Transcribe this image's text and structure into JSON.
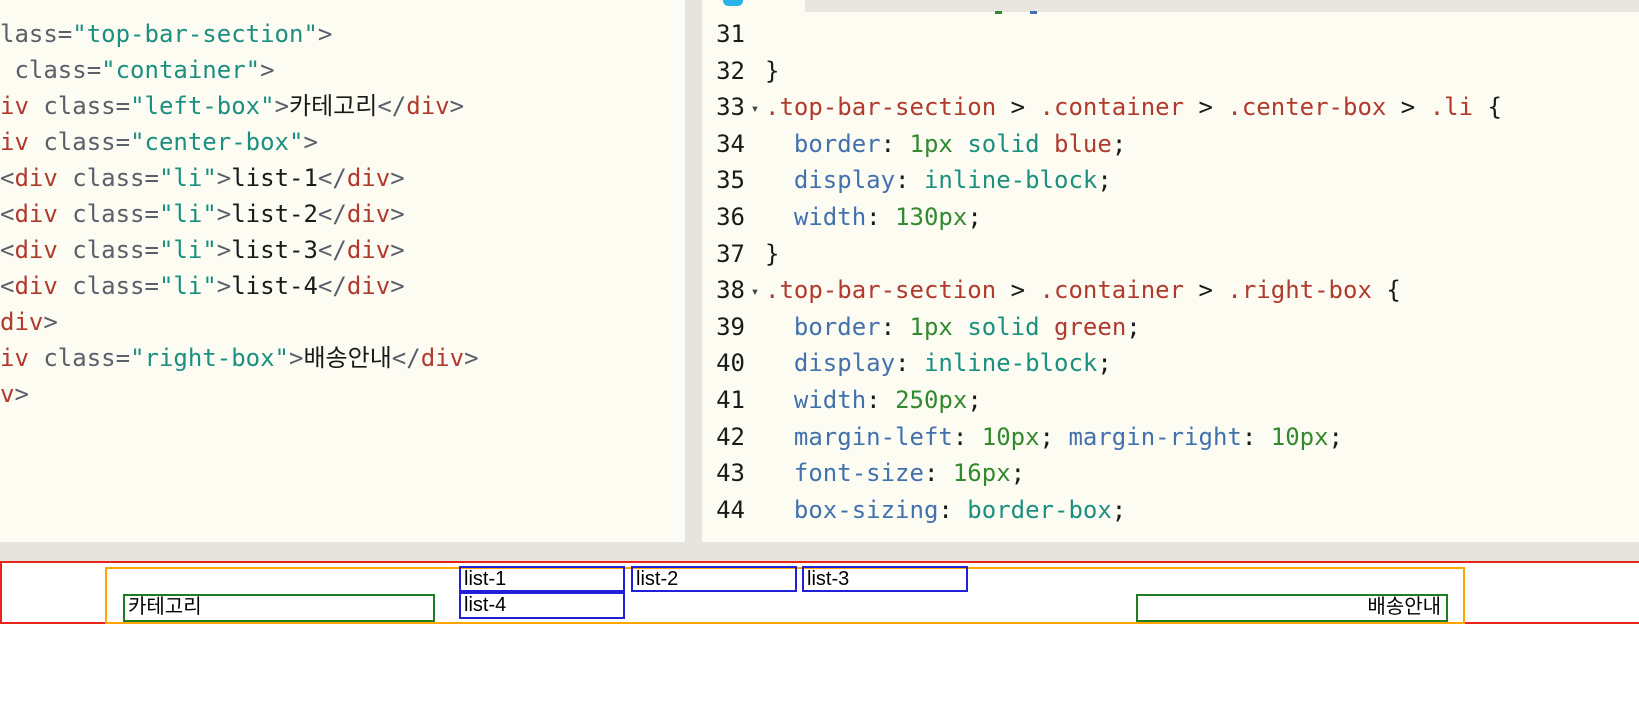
{
  "colors": {
    "editor_bg": "#fdfcf3",
    "gutter_strip": "#e6e4de",
    "divider_white": "#fcfcfa",
    "top_strip": "#e8e6e0",
    "window_band": "#e6e4df",
    "tab_icon": "#2bb3e8",
    "tag": "#b03a2e",
    "attr": "#5a6069",
    "str": "#1b8f80",
    "punc": "#5a6069",
    "txt": "#1a1a1a",
    "sel": "#b03a2e",
    "prop": "#4271ae",
    "num": "#338a2e",
    "kw": "#1b8f80",
    "brace": "#1a1a1a",
    "line_num": "#1a1a1a",
    "preview_red": "#e8251c",
    "preview_orange": "#ffa500",
    "preview_blue": "#2020d8",
    "preview_green": "#1e7d1e",
    "preview_text": "#000000"
  },
  "editor": {
    "fold_arrow": "▾",
    "left_pane": {
      "language": "html",
      "lines": [
        [
          {
            "t": "lass=",
            "c": "attr"
          },
          {
            "t": "\"top-bar-section\"",
            "c": "str"
          },
          {
            "t": ">",
            "c": "punc"
          }
        ],
        [
          {
            "t": " class=",
            "c": "attr"
          },
          {
            "t": "\"container\"",
            "c": "str"
          },
          {
            "t": ">",
            "c": "punc"
          }
        ],
        [
          {
            "t": "iv",
            "c": "tag"
          },
          {
            "t": " class=",
            "c": "attr"
          },
          {
            "t": "\"left-box\"",
            "c": "str"
          },
          {
            "t": ">",
            "c": "punc"
          },
          {
            "t": "카테고리",
            "c": "txt"
          },
          {
            "t": "</",
            "c": "punc"
          },
          {
            "t": "div",
            "c": "tag"
          },
          {
            "t": ">",
            "c": "punc"
          }
        ],
        [
          {
            "t": "iv",
            "c": "tag"
          },
          {
            "t": " class=",
            "c": "attr"
          },
          {
            "t": "\"center-box\"",
            "c": "str"
          },
          {
            "t": ">",
            "c": "punc"
          }
        ],
        [
          {
            "t": "<",
            "c": "punc"
          },
          {
            "t": "div",
            "c": "tag"
          },
          {
            "t": " class=",
            "c": "attr"
          },
          {
            "t": "\"li\"",
            "c": "str"
          },
          {
            "t": ">",
            "c": "punc"
          },
          {
            "t": "list-1",
            "c": "txt"
          },
          {
            "t": "</",
            "c": "punc"
          },
          {
            "t": "div",
            "c": "tag"
          },
          {
            "t": ">",
            "c": "punc"
          }
        ],
        [
          {
            "t": "<",
            "c": "punc"
          },
          {
            "t": "div",
            "c": "tag"
          },
          {
            "t": " class=",
            "c": "attr"
          },
          {
            "t": "\"li\"",
            "c": "str"
          },
          {
            "t": ">",
            "c": "punc"
          },
          {
            "t": "list-2",
            "c": "txt"
          },
          {
            "t": "</",
            "c": "punc"
          },
          {
            "t": "div",
            "c": "tag"
          },
          {
            "t": ">",
            "c": "punc"
          }
        ],
        [
          {
            "t": "<",
            "c": "punc"
          },
          {
            "t": "div",
            "c": "tag"
          },
          {
            "t": " class=",
            "c": "attr"
          },
          {
            "t": "\"li\"",
            "c": "str"
          },
          {
            "t": ">",
            "c": "punc"
          },
          {
            "t": "list-3",
            "c": "txt"
          },
          {
            "t": "</",
            "c": "punc"
          },
          {
            "t": "div",
            "c": "tag"
          },
          {
            "t": ">",
            "c": "punc"
          }
        ],
        [
          {
            "t": "<",
            "c": "punc"
          },
          {
            "t": "div",
            "c": "tag"
          },
          {
            "t": " class=",
            "c": "attr"
          },
          {
            "t": "\"li\"",
            "c": "str"
          },
          {
            "t": ">",
            "c": "punc"
          },
          {
            "t": "list-4",
            "c": "txt"
          },
          {
            "t": "</",
            "c": "punc"
          },
          {
            "t": "div",
            "c": "tag"
          },
          {
            "t": ">",
            "c": "punc"
          }
        ],
        [
          {
            "t": "div",
            "c": "tag"
          },
          {
            "t": ">",
            "c": "punc"
          }
        ],
        [
          {
            "t": "iv",
            "c": "tag"
          },
          {
            "t": " class=",
            "c": "attr"
          },
          {
            "t": "\"right-box\"",
            "c": "str"
          },
          {
            "t": ">",
            "c": "punc"
          },
          {
            "t": "배송안내",
            "c": "txt"
          },
          {
            "t": "</",
            "c": "punc"
          },
          {
            "t": "div",
            "c": "tag"
          },
          {
            "t": ">",
            "c": "punc"
          }
        ],
        [
          {
            "t": "v",
            "c": "tag"
          },
          {
            "t": ">",
            "c": "punc"
          }
        ]
      ]
    },
    "right_pane": {
      "language": "css",
      "lines": [
        {
          "num": "31",
          "arrow": false,
          "tokens": []
        },
        {
          "num": "32",
          "arrow": false,
          "tokens": [
            {
              "t": "}",
              "c": "brace"
            }
          ]
        },
        {
          "num": "33",
          "arrow": true,
          "tokens": [
            {
              "t": ".top-bar-section",
              "c": "sel"
            },
            {
              "t": " > ",
              "c": "brace"
            },
            {
              "t": ".container",
              "c": "sel"
            },
            {
              "t": " > ",
              "c": "brace"
            },
            {
              "t": ".center-box",
              "c": "sel"
            },
            {
              "t": " > ",
              "c": "brace"
            },
            {
              "t": ".li",
              "c": "sel"
            },
            {
              "t": " {",
              "c": "brace"
            }
          ]
        },
        {
          "num": "34",
          "arrow": false,
          "tokens": [
            {
              "t": "  border",
              "c": "prop"
            },
            {
              "t": ": ",
              "c": "brace"
            },
            {
              "t": "1px",
              "c": "num"
            },
            {
              "t": " ",
              "c": "brace"
            },
            {
              "t": "solid",
              "c": "kw"
            },
            {
              "t": " ",
              "c": "brace"
            },
            {
              "t": "blue",
              "c": "sel"
            },
            {
              "t": ";",
              "c": "brace"
            }
          ]
        },
        {
          "num": "35",
          "arrow": false,
          "tokens": [
            {
              "t": "  display",
              "c": "prop"
            },
            {
              "t": ": ",
              "c": "brace"
            },
            {
              "t": "inline-block",
              "c": "kw"
            },
            {
              "t": ";",
              "c": "brace"
            }
          ]
        },
        {
          "num": "36",
          "arrow": false,
          "tokens": [
            {
              "t": "  width",
              "c": "prop"
            },
            {
              "t": ": ",
              "c": "brace"
            },
            {
              "t": "130px",
              "c": "num"
            },
            {
              "t": ";",
              "c": "brace"
            }
          ]
        },
        {
          "num": "37",
          "arrow": false,
          "tokens": [
            {
              "t": "}",
              "c": "brace"
            }
          ]
        },
        {
          "num": "38",
          "arrow": true,
          "tokens": [
            {
              "t": ".top-bar-section",
              "c": "sel"
            },
            {
              "t": " > ",
              "c": "brace"
            },
            {
              "t": ".container",
              "c": "sel"
            },
            {
              "t": " > ",
              "c": "brace"
            },
            {
              "t": ".right-box",
              "c": "sel"
            },
            {
              "t": " {",
              "c": "brace"
            }
          ]
        },
        {
          "num": "39",
          "arrow": false,
          "tokens": [
            {
              "t": "  border",
              "c": "prop"
            },
            {
              "t": ": ",
              "c": "brace"
            },
            {
              "t": "1px",
              "c": "num"
            },
            {
              "t": " ",
              "c": "brace"
            },
            {
              "t": "solid",
              "c": "kw"
            },
            {
              "t": " ",
              "c": "brace"
            },
            {
              "t": "green",
              "c": "sel"
            },
            {
              "t": ";",
              "c": "brace"
            }
          ]
        },
        {
          "num": "40",
          "arrow": false,
          "tokens": [
            {
              "t": "  display",
              "c": "prop"
            },
            {
              "t": ": ",
              "c": "brace"
            },
            {
              "t": "inline-block",
              "c": "kw"
            },
            {
              "t": ";",
              "c": "brace"
            }
          ]
        },
        {
          "num": "41",
          "arrow": false,
          "tokens": [
            {
              "t": "  width",
              "c": "prop"
            },
            {
              "t": ": ",
              "c": "brace"
            },
            {
              "t": "250px",
              "c": "num"
            },
            {
              "t": ";",
              "c": "brace"
            }
          ]
        },
        {
          "num": "42",
          "arrow": false,
          "tokens": [
            {
              "t": "  margin-left",
              "c": "prop"
            },
            {
              "t": ": ",
              "c": "brace"
            },
            {
              "t": "10px",
              "c": "num"
            },
            {
              "t": "; ",
              "c": "brace"
            },
            {
              "t": "margin-right",
              "c": "prop"
            },
            {
              "t": ": ",
              "c": "brace"
            },
            {
              "t": "10px",
              "c": "num"
            },
            {
              "t": ";",
              "c": "brace"
            }
          ]
        },
        {
          "num": "43",
          "arrow": false,
          "tokens": [
            {
              "t": "  font-size",
              "c": "prop"
            },
            {
              "t": ": ",
              "c": "brace"
            },
            {
              "t": "16px",
              "c": "num"
            },
            {
              "t": ";",
              "c": "brace"
            }
          ]
        },
        {
          "num": "44",
          "arrow": false,
          "tokens": [
            {
              "t": "  box-sizing",
              "c": "prop"
            },
            {
              "t": ": ",
              "c": "brace"
            },
            {
              "t": "border-box",
              "c": "kw"
            },
            {
              "t": ";",
              "c": "brace"
            }
          ]
        }
      ]
    }
  },
  "preview": {
    "left_box": "카테고리",
    "list_items": [
      "list-1",
      "list-2",
      "list-3",
      "list-4"
    ],
    "right_box": "배송안내"
  }
}
